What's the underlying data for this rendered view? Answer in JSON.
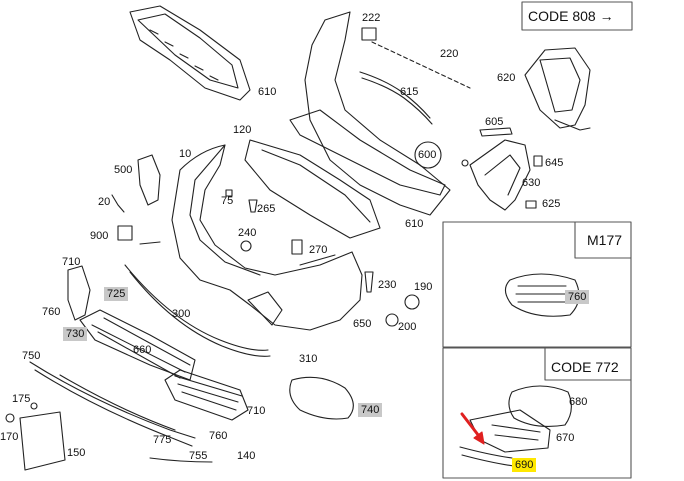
{
  "codes": {
    "code_808": "CODE 808 →",
    "m177": "M177",
    "code_772": "CODE 772"
  },
  "callouts": {
    "c222": "222",
    "c220": "220",
    "c610a": "610",
    "c615": "615",
    "c620": "620",
    "c120": "120",
    "c605": "605",
    "c600": "600",
    "c645": "645",
    "c10": "10",
    "c500": "500",
    "c630": "630",
    "c75": "75",
    "c20": "20",
    "c265": "265",
    "c625": "625",
    "c240": "240",
    "c610b": "610",
    "c900": "900",
    "c270": "270",
    "c710a": "710",
    "c725": "725",
    "c230": "230",
    "c190": "190",
    "c760a": "760",
    "c300": "300",
    "c650": "650",
    "c200": "200",
    "c730": "730",
    "c660": "660",
    "c750": "750",
    "c310": "310",
    "c740": "740",
    "c175": "175",
    "c710b": "710",
    "c170": "170",
    "c775": "775",
    "c760b": "760",
    "c150": "150",
    "c755": "755",
    "c140": "140",
    "c760c": "760",
    "c680": "680",
    "c670": "670",
    "c690": "690"
  },
  "colors": {
    "highlight": "#ffe800",
    "arrow": "#e02020",
    "gray_label": "#c8c8c8"
  }
}
